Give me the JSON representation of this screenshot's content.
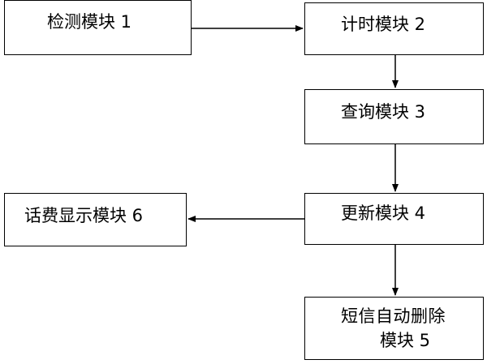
{
  "diagram": {
    "modules": [
      {
        "id": "m1",
        "label": "检测模块 1"
      },
      {
        "id": "m2",
        "label": "计时模块 2"
      },
      {
        "id": "m3",
        "label": "查询模块 3"
      },
      {
        "id": "m4",
        "label": "更新模块 4"
      },
      {
        "id": "m5",
        "label_line1": "短信自动删除",
        "label_line2": "模块 5"
      },
      {
        "id": "m6",
        "label": "话费显示模块 6"
      }
    ],
    "edges": [
      {
        "from": "m1",
        "to": "m2"
      },
      {
        "from": "m2",
        "to": "m3"
      },
      {
        "from": "m3",
        "to": "m4"
      },
      {
        "from": "m4",
        "to": "m6"
      },
      {
        "from": "m4",
        "to": "m5"
      }
    ]
  }
}
